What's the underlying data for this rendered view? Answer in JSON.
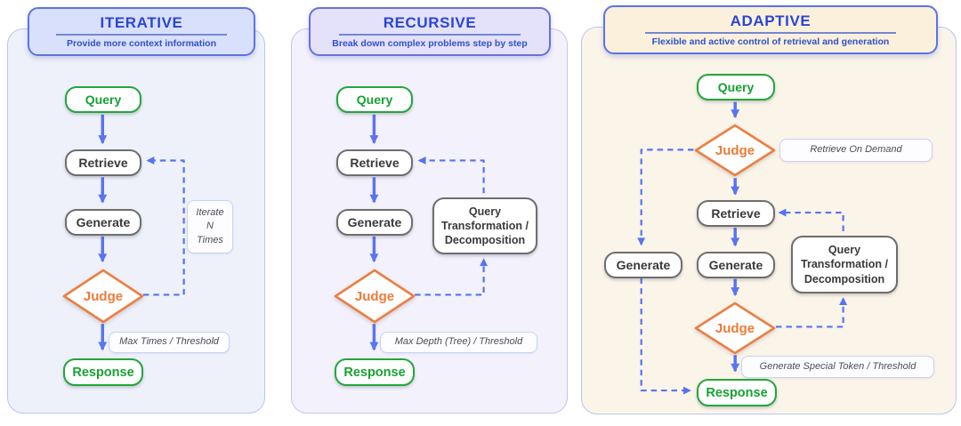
{
  "diagram": {
    "panels": {
      "iterative": {
        "title": "ITERATIVE",
        "subtitle": "Provide more context information",
        "nodes": {
          "query": "Query",
          "retrieve": "Retrieve",
          "generate": "Generate",
          "judge": "Judge",
          "response": "Response"
        },
        "loop_label": {
          "line1": "Iterate",
          "line2": "N",
          "line3": "Times"
        },
        "exit_label": "Max Times / Threshold"
      },
      "recursive": {
        "title": "RECURSIVE",
        "subtitle": "Break down complex problems step by step",
        "nodes": {
          "query": "Query",
          "retrieve": "Retrieve",
          "generate": "Generate",
          "judge": "Judge",
          "response": "Response",
          "transform_line1": "Query",
          "transform_line2": "Transformation /",
          "transform_line3": "Decomposition"
        },
        "exit_label": "Max Depth (Tree) / Threshold"
      },
      "adaptive": {
        "title": "ADAPTIVE",
        "subtitle": "Flexible and  active control of retrieval and generation",
        "nodes": {
          "query": "Query",
          "judge_top": "Judge",
          "retrieve": "Retrieve",
          "generate": "Generate",
          "generate_left": "Generate",
          "judge_bottom": "Judge",
          "response": "Response",
          "transform_line1": "Query",
          "transform_line2": "Transformation /",
          "transform_line3": "Decomposition"
        },
        "on_demand_label": "Retrieve On  Demand",
        "exit_label": "Generate Special Token / Threshold"
      }
    },
    "colors": {
      "arrow_blue": "#5b74f1",
      "green": "#1da43a",
      "orange": "#ec7f42",
      "node_border_gray": "#6e6e6e",
      "header_text_blue": "#2b46d4",
      "iterative_bg": "#eef1f9",
      "recursive_bg": "#f3f1fb",
      "adaptive_bg": "#fbf4e9"
    }
  }
}
